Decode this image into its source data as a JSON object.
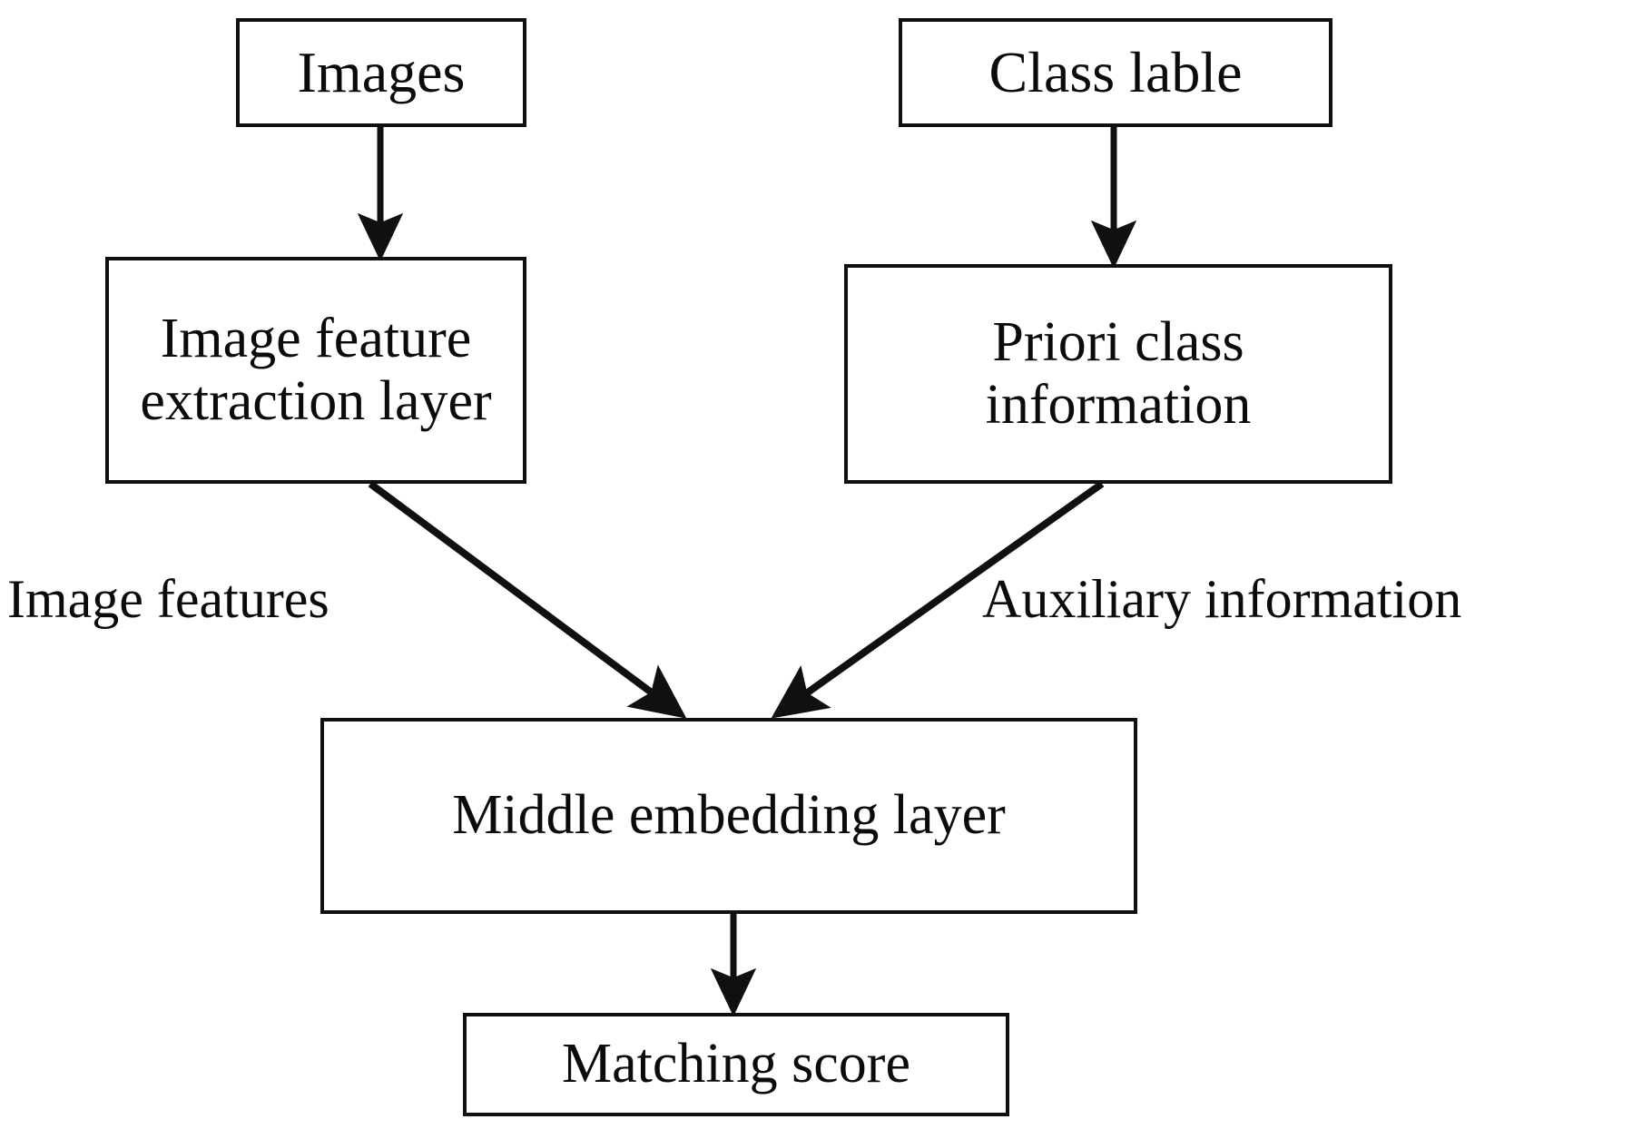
{
  "diagram": {
    "type": "flowchart",
    "orientation": "top-down",
    "background_color": "#ffffff",
    "stroke_color": "#101010",
    "text_color": "#0b0b0b",
    "nodes": [
      {
        "id": "images",
        "label": "Images"
      },
      {
        "id": "class_lable",
        "label": "Class lable"
      },
      {
        "id": "image_feature",
        "label": "Image feature\nextraction layer"
      },
      {
        "id": "priori_class",
        "label": "Priori class\ninformation"
      },
      {
        "id": "middle_embedding",
        "label": "Middle embedding layer"
      },
      {
        "id": "matching_score",
        "label": "Matching score"
      }
    ],
    "edges": [
      {
        "from": "images",
        "to": "image_feature",
        "label": "",
        "style": "vertical-arrow"
      },
      {
        "from": "class_lable",
        "to": "priori_class",
        "label": "",
        "style": "vertical-arrow"
      },
      {
        "from": "image_feature",
        "to": "middle_embedding",
        "label": "Image features",
        "style": "diagonal-arrow"
      },
      {
        "from": "priori_class",
        "to": "middle_embedding",
        "label": "Auxiliary information",
        "style": "diagonal-arrow"
      },
      {
        "from": "middle_embedding",
        "to": "matching_score",
        "label": "",
        "style": "vertical-arrow"
      }
    ]
  }
}
